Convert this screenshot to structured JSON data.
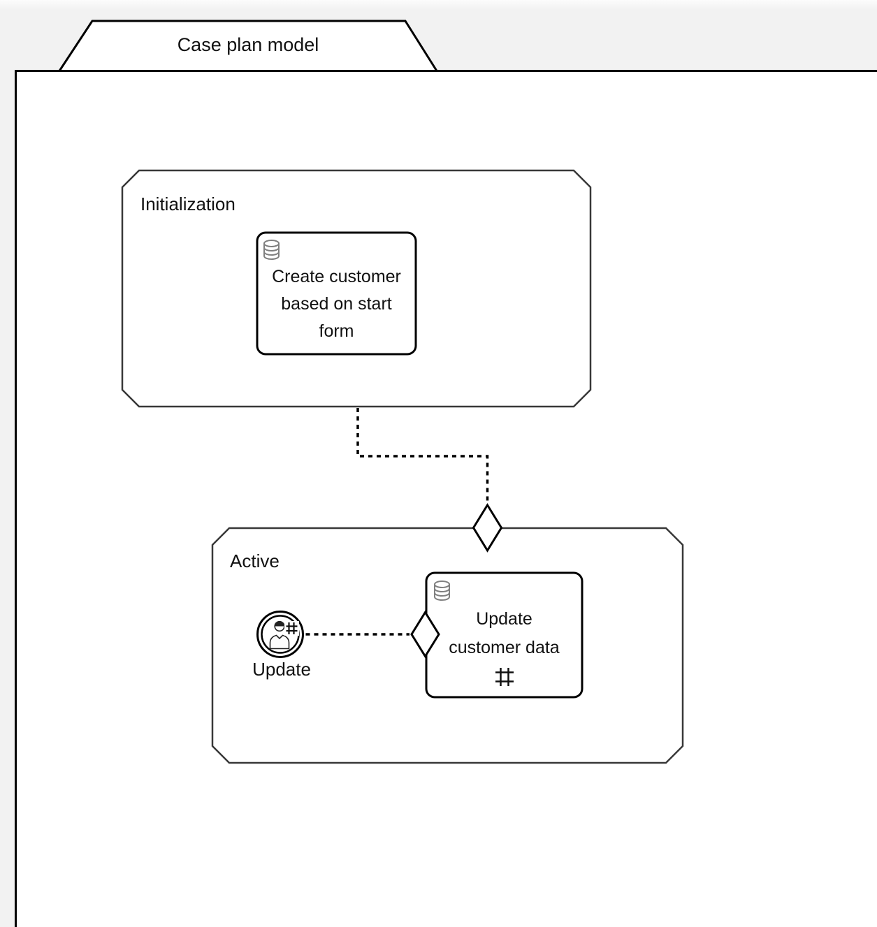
{
  "page": {
    "title": "Case plan model",
    "kind": "CMMN case plan model diagram"
  },
  "stages": {
    "initialization": {
      "label": "Initialization"
    },
    "active": {
      "label": "Active"
    }
  },
  "tasks": {
    "create_customer": {
      "line1": "Create customer",
      "line2": "based on start",
      "line3": "form",
      "icon": "database-icon"
    },
    "update_customer": {
      "line1": "Update",
      "line2": "customer data",
      "icon": "database-icon",
      "marker": "repetition-marker"
    }
  },
  "events": {
    "update_listener": {
      "label": "Update",
      "icon": "user-icon",
      "marker": "repetition-marker"
    }
  },
  "connectors": {
    "init_to_active": {
      "type": "dashed-association",
      "target": "entry-criterion"
    },
    "listener_to_task": {
      "type": "dashed-association",
      "target": "entry-criterion"
    }
  },
  "colors": {
    "background": "#f2f2f2",
    "canvas": "#ffffff",
    "shape_border": "#000000",
    "stage_border": "#383838",
    "icon_gray": "#808080",
    "text": "#111111"
  }
}
